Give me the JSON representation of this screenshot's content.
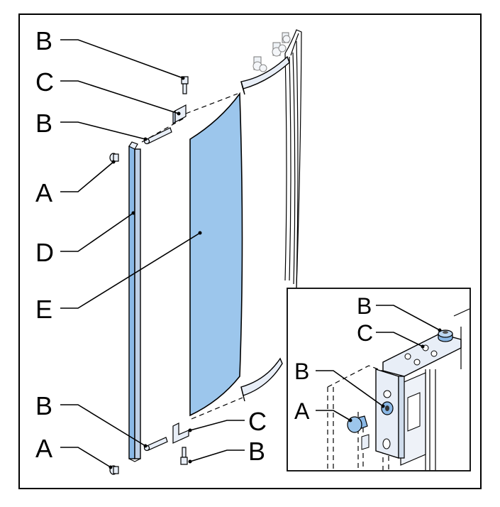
{
  "labels": {
    "b_top": "B",
    "c_top": "C",
    "b_upper": "B",
    "a_upper": "A",
    "d": "D",
    "e": "E",
    "b_lower": "B",
    "a_lower": "A",
    "c_lower": "C",
    "b_bottom": "B",
    "inset_b_top": "B",
    "inset_c": "C",
    "inset_b_mid": "B",
    "inset_a": "A"
  },
  "colors": {
    "glass": "#9cc6ec",
    "metal": "#e8eef7",
    "profile": "#bfd0e6",
    "accent_blue": "#8ab8e6",
    "frame": "#000000"
  },
  "parts": {
    "A": "cap-icon",
    "B": "screw-icon",
    "C": "hinge-bracket-icon",
    "D": "side-profile",
    "E": "curved-glass-panel"
  }
}
